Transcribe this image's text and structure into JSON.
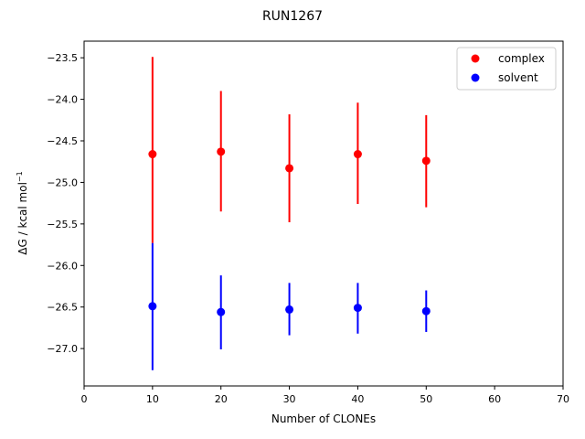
{
  "chart_data": {
    "type": "scatter",
    "title": "RUN1267",
    "xlabel": "Number of CLONEs",
    "ylabel_main": "ΔG / kcal mol",
    "ylabel_sup": "−1",
    "xlim": [
      0,
      70
    ],
    "ylim": [
      -27.45,
      -23.3
    ],
    "xticks": [
      0,
      10,
      20,
      30,
      40,
      50,
      60,
      70
    ],
    "yticks": [
      -27.0,
      -26.5,
      -26.0,
      -25.5,
      -25.0,
      -24.5,
      -24.0,
      -23.5
    ],
    "grid": false,
    "legend_position": "top-right",
    "series": [
      {
        "name": "complex",
        "color": "#ff0000",
        "x": [
          10,
          20,
          30,
          40,
          50
        ],
        "y": [
          -24.66,
          -24.63,
          -24.83,
          -24.66,
          -24.74
        ],
        "yerr_low": [
          -25.73,
          -25.35,
          -25.48,
          -25.26,
          -25.3
        ],
        "yerr_high": [
          -23.49,
          -23.9,
          -24.18,
          -24.04,
          -24.19
        ]
      },
      {
        "name": "solvent",
        "color": "#0000ff",
        "x": [
          10,
          20,
          30,
          40,
          50
        ],
        "y": [
          -26.49,
          -26.56,
          -26.53,
          -26.51,
          -26.55
        ],
        "yerr_low": [
          -27.26,
          -27.01,
          -26.84,
          -26.82,
          -26.8
        ],
        "yerr_high": [
          -25.73,
          -26.12,
          -26.21,
          -26.21,
          -26.3
        ]
      }
    ]
  }
}
